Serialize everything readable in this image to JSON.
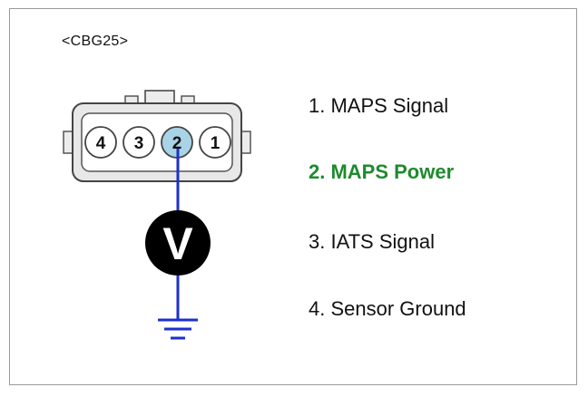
{
  "connector": {
    "code": "<CBG25>",
    "pins": [
      "4",
      "3",
      "2",
      "1"
    ],
    "measured_pin": "2"
  },
  "meter": {
    "symbol": "V"
  },
  "pin_list": [
    {
      "label": "1. MAPS Signal",
      "highlight": false
    },
    {
      "label": "2. MAPS Power",
      "highlight": true
    },
    {
      "label": "3. IATS Signal",
      "highlight": false
    },
    {
      "label": "4. Sensor Ground",
      "highlight": false
    }
  ],
  "colors": {
    "highlight_text": "#1e8a2e",
    "probe_wire": "#1d2fd0",
    "measured_pin_fill": "#a9d3e6",
    "connector_fill": "#e8e8e8",
    "meter_fill": "#000000"
  }
}
